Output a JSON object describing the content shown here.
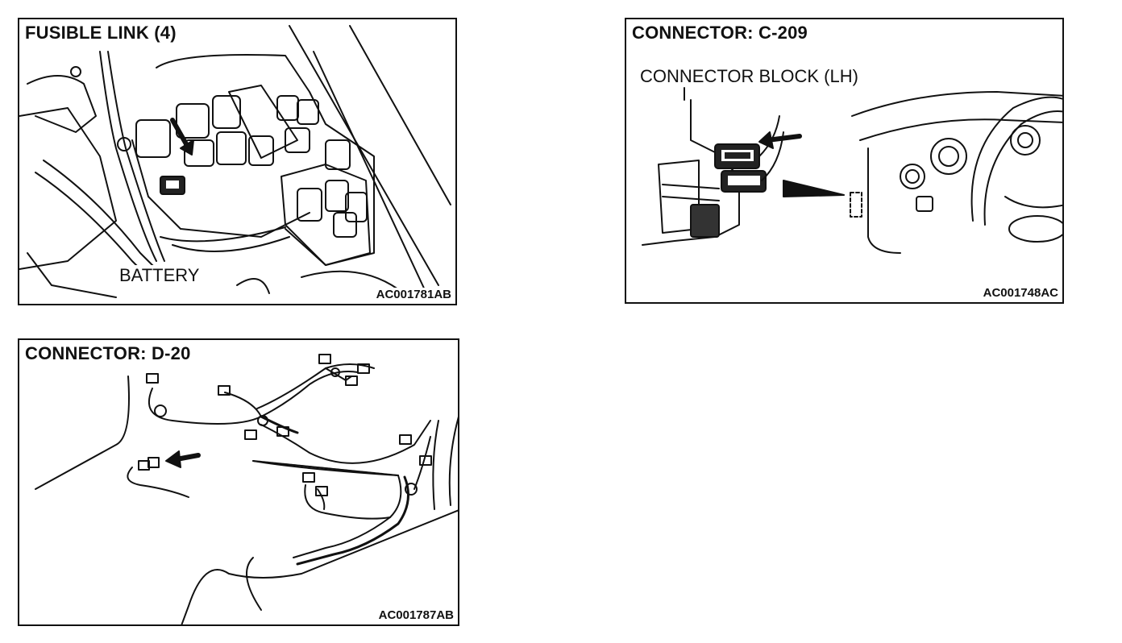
{
  "panels": {
    "fusible": {
      "title": "FUSIBLE LINK (4)",
      "label": "BATTERY",
      "code": "AC001781AB"
    },
    "c209": {
      "title": "CONNECTOR: C-209",
      "label": "CONNECTOR BLOCK (LH)",
      "code": "AC001748AC"
    },
    "d20": {
      "title": "CONNECTOR: D-20",
      "code": "AC001787AB"
    }
  }
}
